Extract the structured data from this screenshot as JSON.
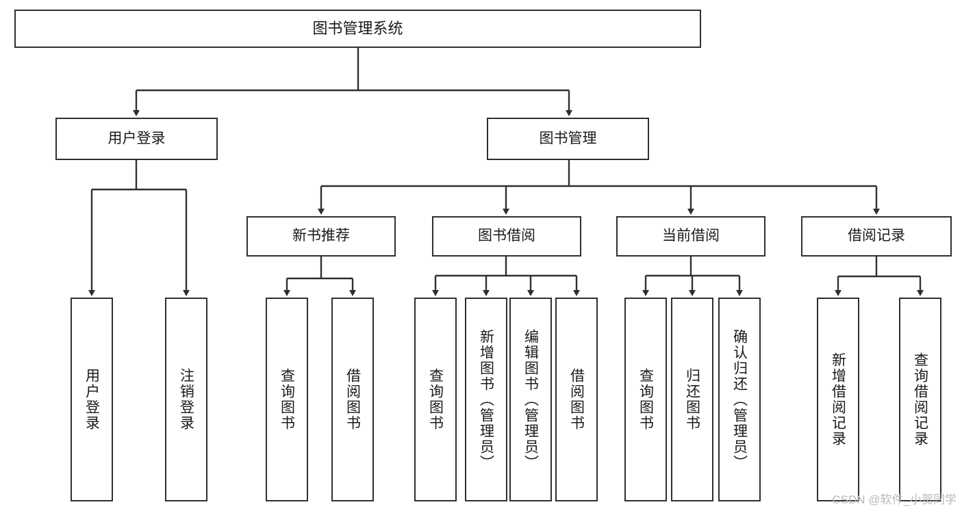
{
  "diagram": {
    "title": "图书管理系统",
    "type": "tree-hierarchy-chart",
    "colors": {
      "box_border": "#2f2f2f",
      "box_fill": "#ffffff",
      "edge": "#2f2f2f",
      "text": "#1a1a1a",
      "watermark": "#b9b9b9",
      "background": "#ffffff"
    }
  },
  "root": {
    "label": "图书管理系统"
  },
  "level2": [
    {
      "label": "用户登录"
    },
    {
      "label": "图书管理"
    }
  ],
  "level3": [
    {
      "label": "新书推荐"
    },
    {
      "label": "图书借阅"
    },
    {
      "label": "当前借阅"
    },
    {
      "label": "借阅记录"
    }
  ],
  "leaves": {
    "user_login": [
      {
        "label": "用户登录"
      },
      {
        "label": "注销登录"
      }
    ],
    "new_book_recommend": [
      {
        "label": "查询图书"
      },
      {
        "label": "借阅图书"
      }
    ],
    "book_borrow": [
      {
        "label": "查询图书"
      },
      {
        "label": "新增图书（管理员）"
      },
      {
        "label": "编辑图书（管理员）"
      },
      {
        "label": "借阅图书"
      }
    ],
    "current_borrow": [
      {
        "label": "查询图书"
      },
      {
        "label": "归还图书"
      },
      {
        "label": "确认归还（管理员）"
      }
    ],
    "borrow_record": [
      {
        "label": "新增借阅记录"
      },
      {
        "label": "查询借阅记录"
      }
    ]
  },
  "watermark": {
    "text": "CSDN @软件_小贺同学"
  }
}
